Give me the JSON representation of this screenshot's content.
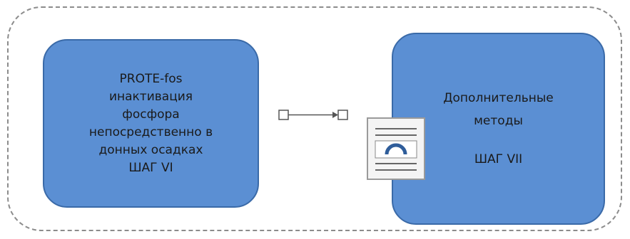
{
  "left_box": {
    "lines": [
      "PROTE-fos",
      "инактивация",
      "фосфора",
      "непосредственно в",
      "донных осадках",
      "ШАГ VI"
    ]
  },
  "right_box": {
    "lines": [
      "Дополнительные",
      "методы"
    ],
    "step": "ШАГ VII"
  },
  "icons": {
    "connector": "connector-arrow-icon",
    "layout": "layout-options-icon"
  },
  "colors": {
    "box_fill": "#5b8fd3",
    "box_border": "#3a6aa8",
    "frame": "#8c8c8c"
  }
}
